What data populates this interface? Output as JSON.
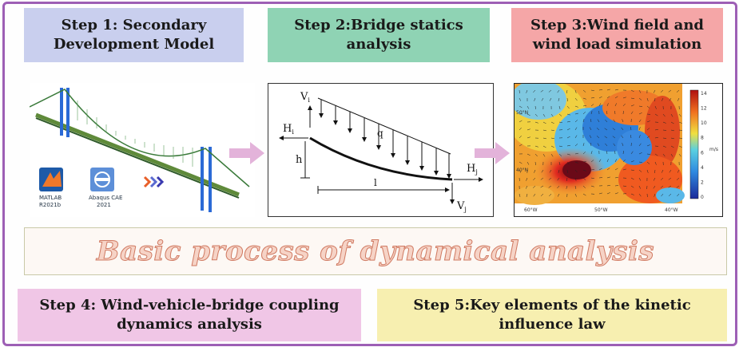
{
  "steps": {
    "s1": "Step 1: Secondary\nDevelopment Model",
    "s2": "Step 2:Bridge statics\nanalysis",
    "s3": "Step 3:Wind field and\nwind load simulation",
    "s4": "Step 4: Wind-vehicle-bridge coupling\ndynamics analysis",
    "s5": "Step 5:Key elements of the kinetic\ninfluence law"
  },
  "center_title": "Basic process of dynamical analysis",
  "statics": {
    "v_i": "V",
    "v_i_sub": "i",
    "h_i": "H",
    "h_i_sub": "i",
    "q": "q",
    "h": "h",
    "l": "l",
    "h_j": "H",
    "h_j_sub": "j",
    "v_j": "V",
    "v_j_sub": "j"
  },
  "model": {
    "matlab_label_1": "MATLAB",
    "matlab_label_2": "R2021b",
    "abaqus_label_1": "Abaqus CAE",
    "abaqus_label_2": "2021"
  },
  "windmap": {
    "colorbar_ticks": [
      "14",
      "12",
      "10",
      "8",
      "6",
      "4",
      "2",
      "0"
    ],
    "unit": "m/s",
    "lat_ticks": [
      "50°N",
      "40°N"
    ],
    "lon_ticks": [
      "60°W",
      "50°W",
      "40°W"
    ]
  },
  "colors": {
    "frame": "#9d5fb5",
    "step1": "#c9cfee",
    "step2": "#8fd3b4",
    "step3": "#f5a6a7",
    "step4": "#f0c6e6",
    "step5": "#f7efb0",
    "flow_arrow": "#e3b3da"
  }
}
